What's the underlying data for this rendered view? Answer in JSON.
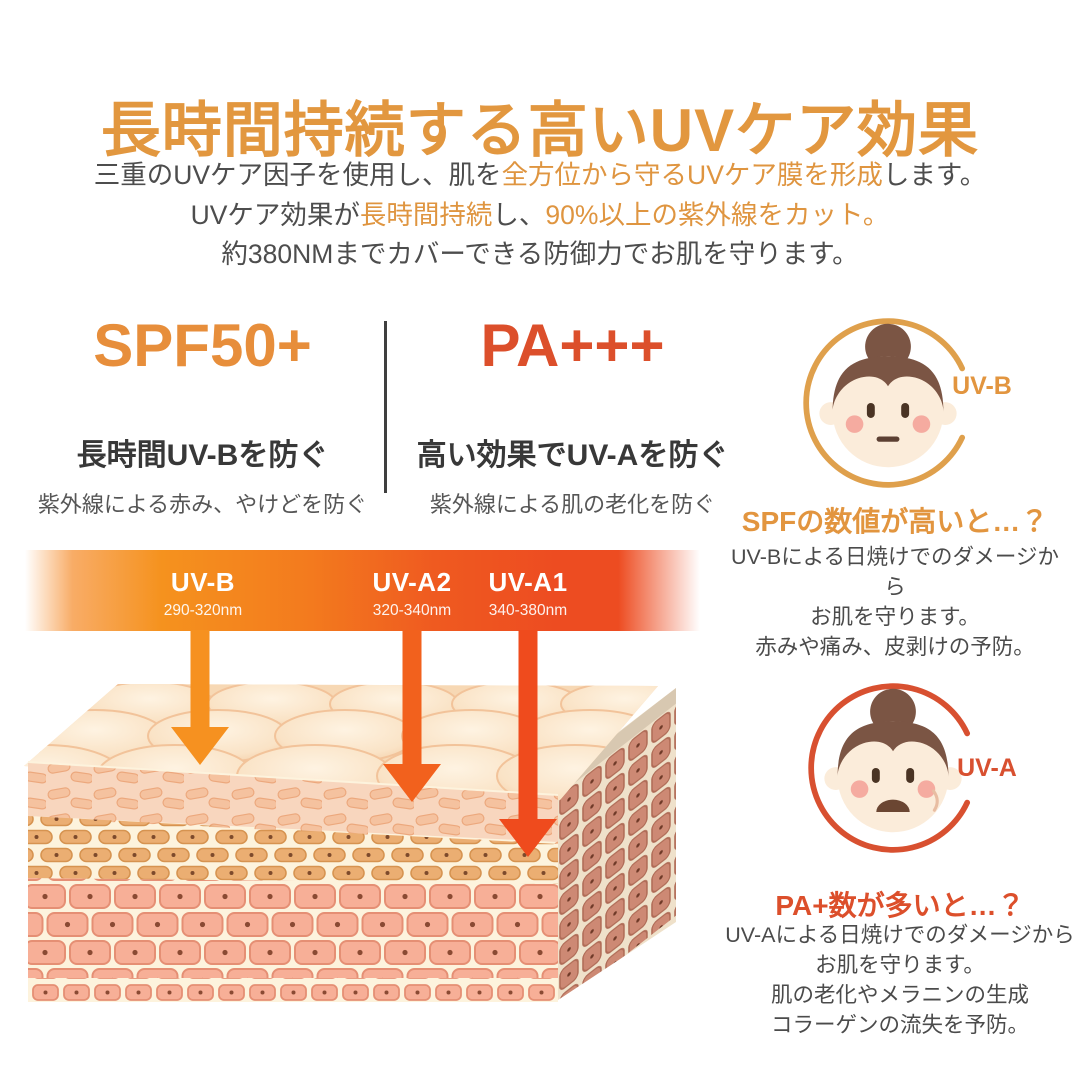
{
  "title": "長時間持続する高いUVケア効果",
  "intro": {
    "line1": {
      "pre": "三重のUVケア因子を使用し、肌を",
      "highlight": "全方位から守るUVケア膜を形成",
      "post": "します。"
    },
    "line2": {
      "pre": "UVケア効果が",
      "highlight1": "長時間持続",
      "mid": "し、",
      "highlight2": "90%以上の紫外線をカット。"
    },
    "line3": "約380NMまでカバーできる防御力でお肌を守ります。"
  },
  "ratings": {
    "spf": {
      "value": "SPF50+",
      "heading": "長時間UV-Bを防ぐ",
      "subtext": "紫外線による赤み、やけどを防ぐ"
    },
    "pa": {
      "value": "PA+++",
      "heading": "高い効果でUV-Aを防ぐ",
      "subtext": "紫外線による肌の老化を防ぐ"
    }
  },
  "spectrum": {
    "bands": [
      {
        "name": "UV-B",
        "range": "290-320nm"
      },
      {
        "name": "UV-A2",
        "range": "320-340nm"
      },
      {
        "name": "UV-A1",
        "range": "340-380nm"
      }
    ]
  },
  "cards": {
    "uvb": {
      "badge": "UV-B",
      "heading": "SPFの数値が高いと…？",
      "lines": [
        "UV-Bによる日焼けでのダメージから",
        "お肌を守ります。",
        "赤みや痛み、皮剥けの予防。"
      ]
    },
    "uva": {
      "badge": "UV-A",
      "heading": "PA+数が多いと…？",
      "lines": [
        "UV-Aによる日焼けでのダメージから",
        "お肌を守ります。",
        "肌の老化やメラニンの生成",
        "コラーゲンの流失を予防。"
      ]
    }
  },
  "colors": {
    "title_orange": "#E2973F",
    "highlight_orange": "#DF9540",
    "spf_orange": "#E78E3B",
    "pa_red": "#DC4F2B",
    "uvb_accent": "#DFA04C",
    "uva_accent": "#D85030",
    "text_dark": "#383838",
    "text_body": "#4D4D4D",
    "bar_orange": "#F5921E",
    "bar_red": "#ED4C21",
    "arrow_uvb": "#F69120",
    "arrow_uva2": "#F2611D",
    "arrow_uva1": "#EF4B1D"
  }
}
